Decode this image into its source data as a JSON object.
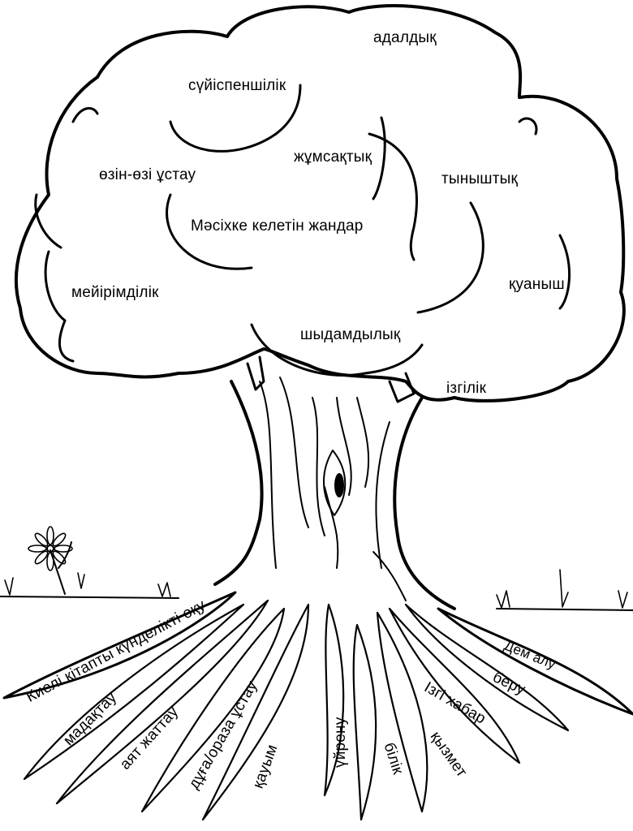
{
  "title": "Мәсіхке келетін жандар",
  "colors": {
    "ink": "#000000",
    "paper": "#ffffff"
  },
  "crown": {
    "fruits": [
      "адалдық",
      "сүйіспеншілік",
      "жұмсақтық",
      "өзін-өзі ұстау",
      "тыныштық",
      "мейірімділік",
      "қуаныш",
      "шыдамдылық",
      "ізгілік"
    ]
  },
  "roots": {
    "left": [
      "Киелі кітапты күнделікті оқу",
      "мадақтау",
      "аят жаттау",
      "дұға/ораза ұстау",
      "қауым"
    ],
    "center": "үйрену",
    "right": [
      "білік",
      "қызмет",
      "Ізгі хабар",
      "беру",
      "Дем алу"
    ]
  },
  "decorations": {
    "flower-icon": "daisy",
    "grass-icon": "grass-tuft",
    "knot-icon": "tree-knot"
  }
}
